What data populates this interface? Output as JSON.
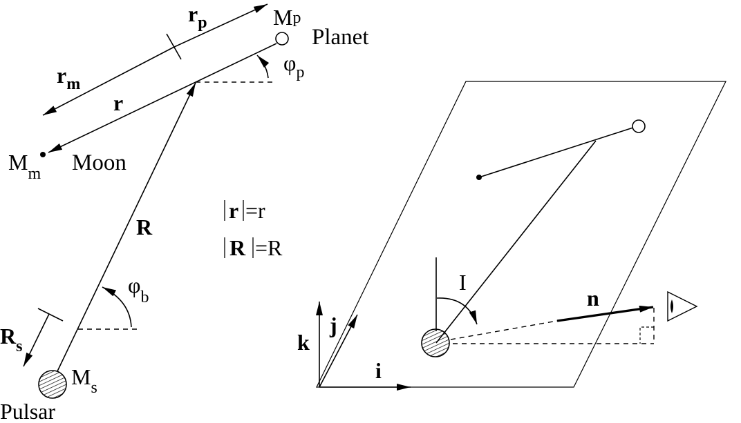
{
  "left": {
    "planet_mass": "M",
    "planet_mass_sub": "p",
    "planet_name": "Planet",
    "moon_mass": "M",
    "moon_mass_sub": "m",
    "moon_name": "Moon",
    "pulsar_mass": "M",
    "pulsar_mass_sub": "s",
    "pulsar_name": "Pulsar",
    "r_p": "r",
    "r_p_sub": "p",
    "r_m": "r",
    "r_m_sub": "m",
    "r": "r",
    "R": "R",
    "R_s": "R",
    "R_s_sub": "s",
    "phi_p": "φ",
    "phi_p_sub": "p",
    "phi_b": "φ",
    "phi_b_sub": "b"
  },
  "definitions": {
    "line1_vec": "r",
    "line1_rhs": "=r",
    "line2_vec": "R",
    "line2_rhs": "=R"
  },
  "right": {
    "k": "k",
    "j": "j",
    "i": "i",
    "I": "I",
    "n": "n"
  }
}
